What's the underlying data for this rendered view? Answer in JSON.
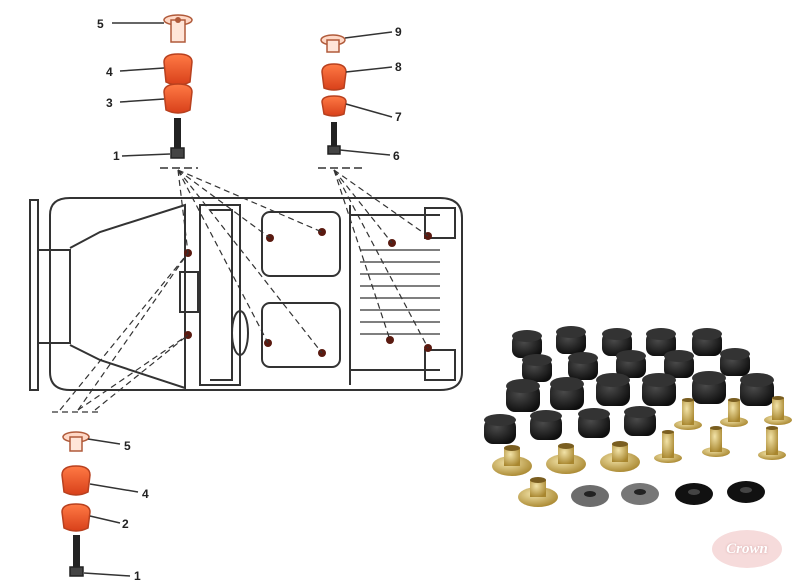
{
  "diagram": {
    "callouts_top_left": [
      "5",
      "4",
      "3",
      "1"
    ],
    "callouts_top_right": [
      "9",
      "8",
      "7",
      "6"
    ],
    "callouts_bottom_left": [
      "5",
      "4",
      "2",
      "1"
    ]
  },
  "colors": {
    "cushion": "#f0552a",
    "line": "#333333",
    "rubber": "#1a1a1a",
    "brass": "#c9a24a"
  },
  "logo": {
    "text": "Crown"
  }
}
